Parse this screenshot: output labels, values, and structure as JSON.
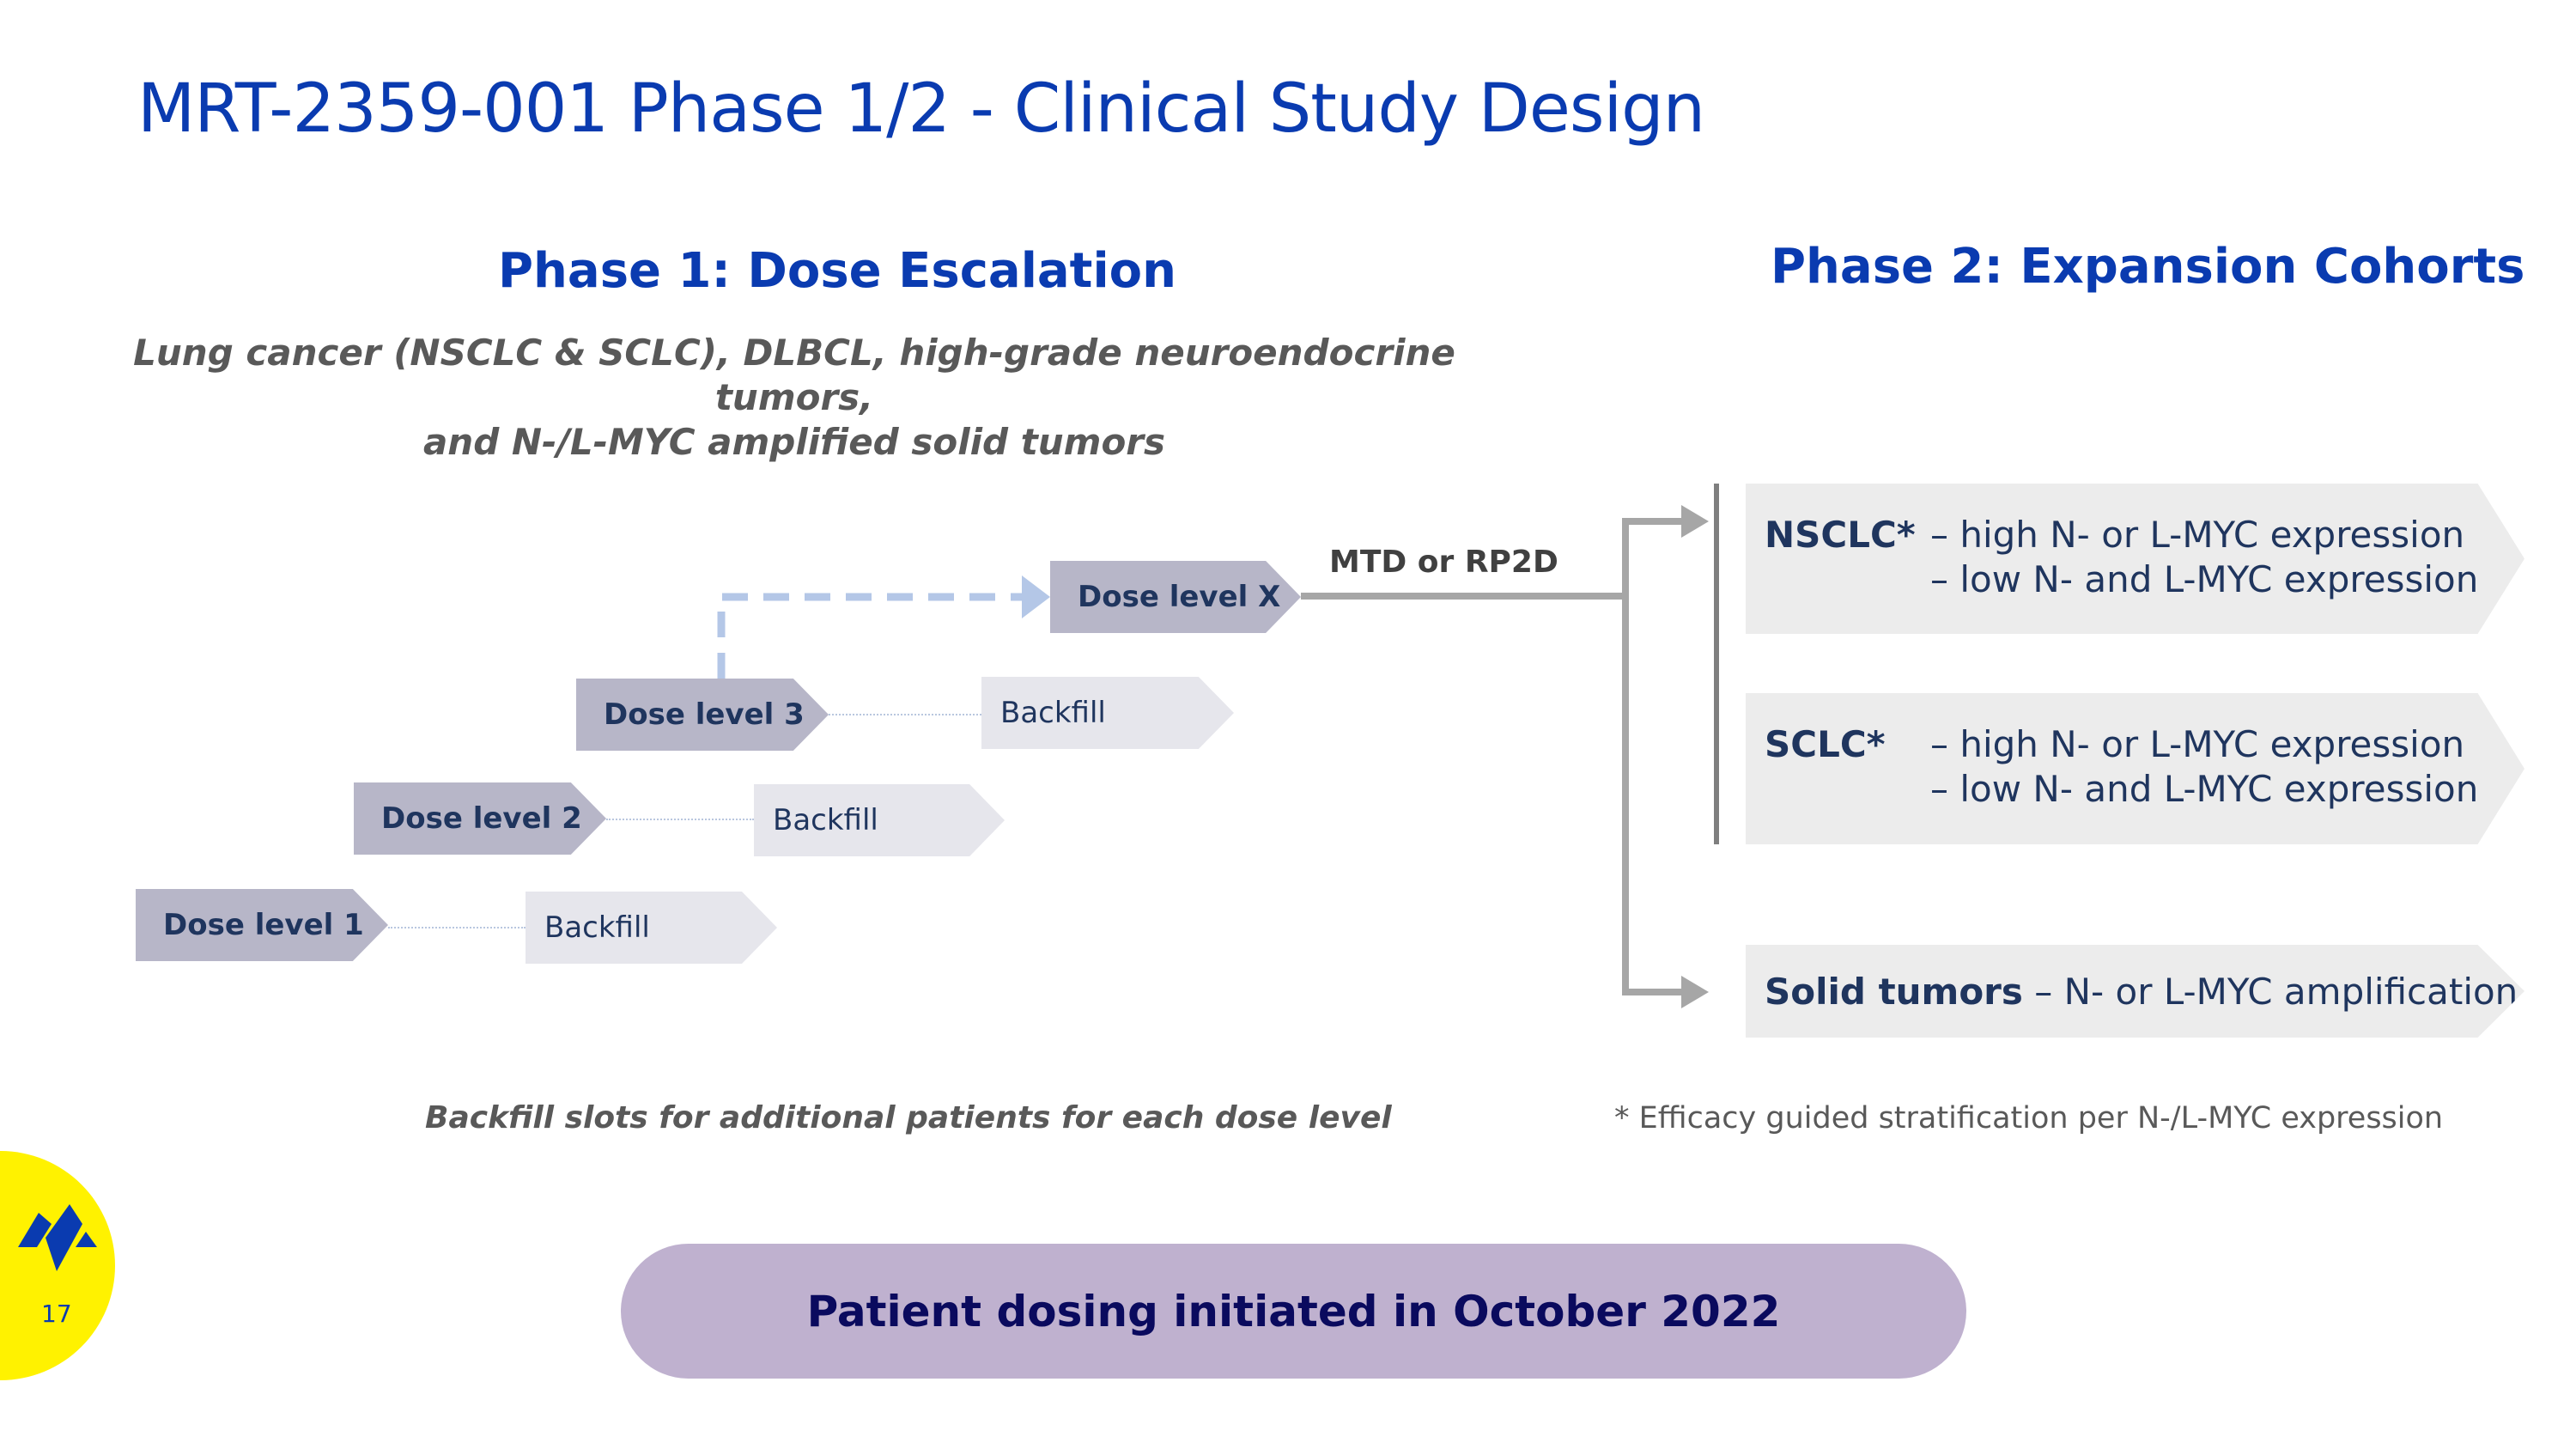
{
  "title": "MRT-2359-001 Phase 1/2 - Clinical Study Design",
  "phase1": {
    "heading": "Phase 1: Dose Escalation",
    "subtitle_line1": "Lung cancer (NSCLC & SCLC), DLBCL, high-grade neuroendocrine tumors,",
    "subtitle_line2": "and N-/L-MYC amplified solid tumors",
    "dose_levels": [
      {
        "label": "Dose level 1",
        "backfill": "Backfill"
      },
      {
        "label": "Dose level 2",
        "backfill": "Backfill"
      },
      {
        "label": "Dose level 3",
        "backfill": "Backfill"
      }
    ],
    "dose_level_x": "Dose level X",
    "transition_label": "MTD or RP2D",
    "backfill_note": "Backfill slots for additional patients for each dose level"
  },
  "phase2": {
    "heading": "Phase 2: Expansion Cohorts",
    "cohorts": [
      {
        "name": "NSCLC*",
        "line1": "– high N- or L-MYC expression",
        "line2": "– low N- and L-MYC expression"
      },
      {
        "name": "SCLC*",
        "line1": "– high N- or L-MYC expression",
        "line2": "– low N- and L-MYC expression"
      },
      {
        "name": "Solid tumors",
        "line1": " – N- or L-MYC amplification"
      }
    ],
    "footnote": "* Efficacy guided stratification per N-/L-MYC expression"
  },
  "banner": "Patient dosing initiated in October 2022",
  "page_number": "17",
  "colors": {
    "title_blue": "#0a3bb0",
    "dose_fill": "#b7b6c8",
    "backfill_fill": "#e6e6ec",
    "cohort_fill": "#ececec",
    "banner_fill": "#bfb1cf",
    "badge_yellow": "#fff200",
    "connector_gray": "#a6a6a6",
    "dashed_blue": "#b4c7e7"
  }
}
